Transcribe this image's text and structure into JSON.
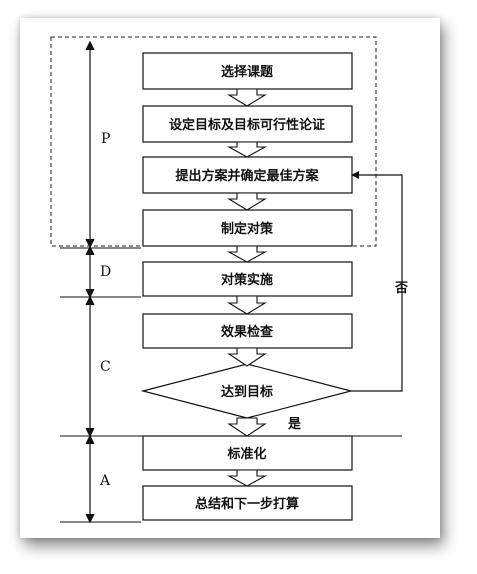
{
  "steps": {
    "select_topic": "选择课题",
    "set_goal": "设定目标及目标可行性论证",
    "propose_plan": "提出方案并确定最佳方案",
    "countermeasure": "制定对策",
    "implement": "对策实施",
    "check_effect": "效果检查",
    "goal_reached": "达到目标",
    "standardize": "标准化",
    "summarize": "总结和下一步打算"
  },
  "phases": {
    "p": "P",
    "d": "D",
    "c": "C",
    "a": "A"
  },
  "edges": {
    "yes": "是",
    "no": "否"
  }
}
